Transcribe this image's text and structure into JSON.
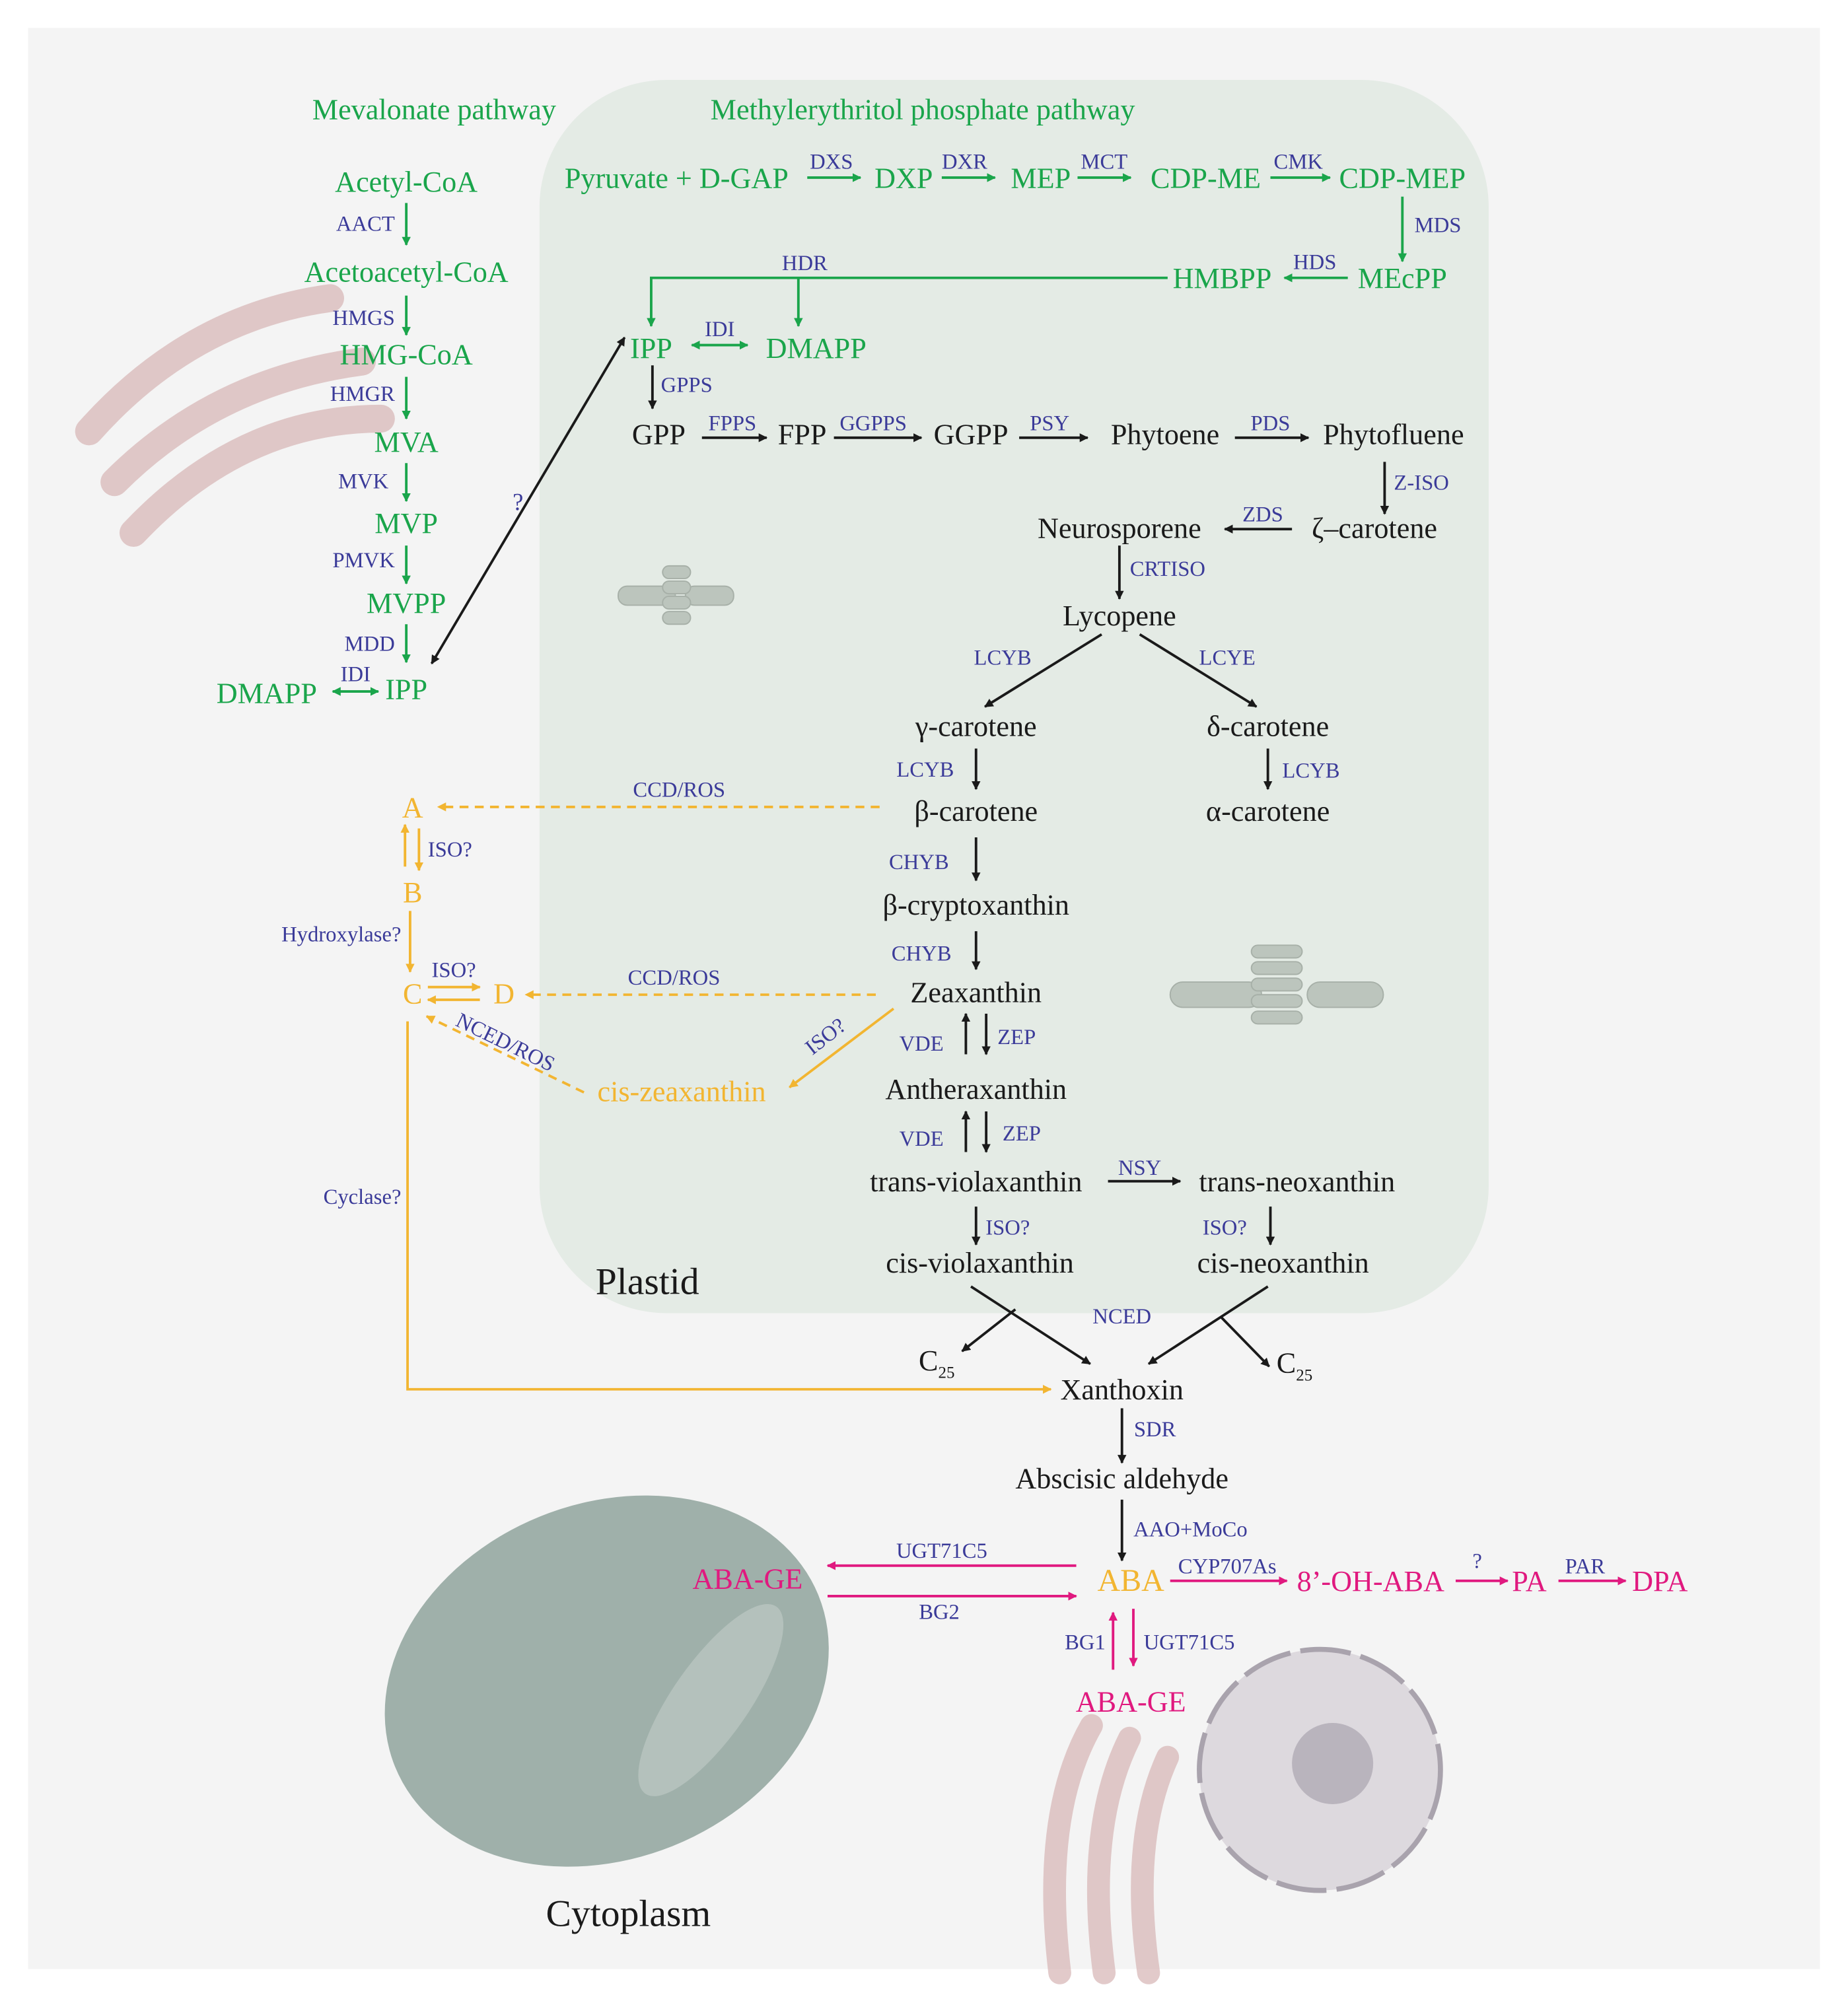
{
  "colors": {
    "background": "#f4f4f4",
    "plastid": "#e4ebe5",
    "green": "#1aa54b",
    "enzyme": "#3b3b99",
    "black": "#1a1a1a",
    "orange": "#f2b531",
    "magenta": "#e0197f"
  },
  "headings": {
    "mevalonate": "Mevalonate pathway",
    "mep": "Methylerythritol phosphate pathway",
    "plastid": "Plastid",
    "cytoplasm": "Cytoplasm"
  },
  "mva_pathway": {
    "metabolites": [
      "Acetyl-CoA",
      "Acetoacetyl-CoA",
      "HMG-CoA",
      "MVA",
      "MVP",
      "MVPP",
      "IPP"
    ],
    "dmapp": "DMAPP",
    "enzymes": [
      "AACT",
      "HMGS",
      "HMGR",
      "MVK",
      "PMVK",
      "MDD"
    ],
    "idi": "IDI"
  },
  "mep_pathway": {
    "metabolites": [
      "Pyruvate + D-GAP",
      "DXP",
      "MEP",
      "CDP-ME",
      "CDP-MEP",
      "MEcPP",
      "HMBPP",
      "IPP",
      "DMAPP"
    ],
    "enzymes": [
      "DXS",
      "DXR",
      "MCT",
      "CMK",
      "MDS",
      "HDS",
      "HDR",
      "IDI"
    ]
  },
  "transport": {
    "label": "?"
  },
  "carotenoid": {
    "metabolites": {
      "gpp": "GPP",
      "fpp": "FPP",
      "ggpp": "GGPP",
      "phytoene": "Phytoene",
      "phytofluene": "Phytofluene",
      "zeta": "ζ–carotene",
      "neurosporene": "Neurosporene",
      "lycopene": "Lycopene",
      "gamma": "γ-carotene",
      "delta": "δ-carotene",
      "beta": "β-carotene",
      "alpha": "α-carotene",
      "cryptox": "β-cryptoxanthin",
      "zeax": "Zeaxanthin",
      "anthera": "Antheraxanthin",
      "tviola": "trans-violaxanthin",
      "tneo": "trans-neoxanthin",
      "cviola": "cis-violaxanthin",
      "cneo": "cis-neoxanthin",
      "c25": "C",
      "c25sub": "25",
      "xanthoxin": "Xanthoxin",
      "aldehyde": "Abscisic aldehyde"
    },
    "enzymes": {
      "gpps": "GPPS",
      "fpps": "FPPS",
      "ggpps": "GGPPS",
      "psy": "PSY",
      "pds": "PDS",
      "ziso": "Z-ISO",
      "zds": "ZDS",
      "crtiso": "CRTISO",
      "lcyb": "LCYB",
      "lcye": "LCYE",
      "chyb": "CHYB",
      "vde": "VDE",
      "zep": "ZEP",
      "nsy": "NSY",
      "iso": "ISO?",
      "nced": "NCED",
      "sdr": "SDR",
      "aao": "AAO+MoCo"
    }
  },
  "alt_pathway": {
    "metabolites": {
      "a": "A",
      "b": "B",
      "c": "C",
      "d": "D",
      "ciszeax": "cis-zeaxanthin"
    },
    "enzymes": {
      "ccdros": "CCD/ROS",
      "iso": "ISO?",
      "hydroxylase": "Hydroxylase?",
      "ncedros": "NCED/ROS",
      "iso_zeax": "ISO?",
      "cyclase": "Cyclase?"
    }
  },
  "aba": {
    "aba": "ABA",
    "abage": "ABA-GE",
    "oh": "8’-OH-ABA",
    "pa": "PA",
    "dpa": "DPA",
    "enzymes": {
      "ugt": "UGT71C5",
      "bg2": "BG2",
      "bg1": "BG1",
      "cyp": "CYP707As",
      "q": "?",
      "par": "PAR"
    }
  }
}
